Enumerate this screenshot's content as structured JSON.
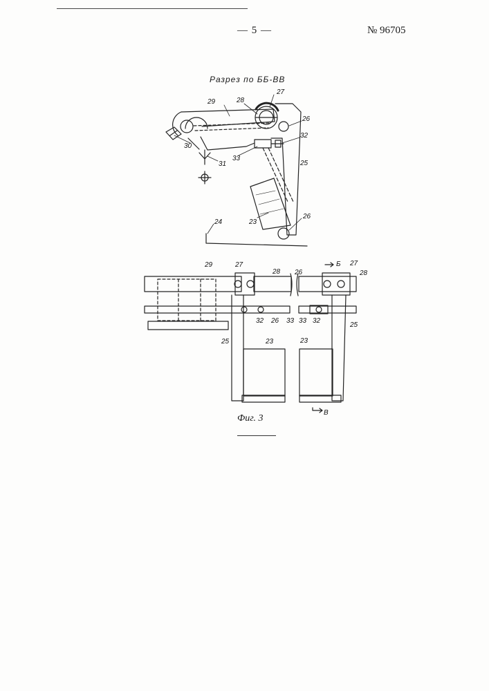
{
  "header": {
    "page_number": "— 5 —",
    "patent_number": "№ 96705"
  },
  "figure": {
    "section_title": "Разрез по ББ-ВВ",
    "caption": "Фиг. 3",
    "section_marker_b": "Б",
    "section_marker_v": "В",
    "upper_labels": {
      "l29": "29",
      "l28": "28",
      "l27": "27",
      "l26a": "26",
      "l32": "32",
      "l30": "30",
      "l31": "31",
      "l33": "33",
      "l25": "25",
      "l23": "23",
      "l26b": "26",
      "l24": "24"
    },
    "lower_labels": {
      "l29": "29",
      "l27a": "27",
      "l28a": "28",
      "l26a": "26",
      "l27b": "27",
      "l28b": "28",
      "l32a": "32",
      "l26b": "26",
      "l33a": "33",
      "l33b": "33",
      "l32b": "32",
      "l25a": "25",
      "l25b": "25",
      "l23a": "23",
      "l23b": "23"
    }
  }
}
